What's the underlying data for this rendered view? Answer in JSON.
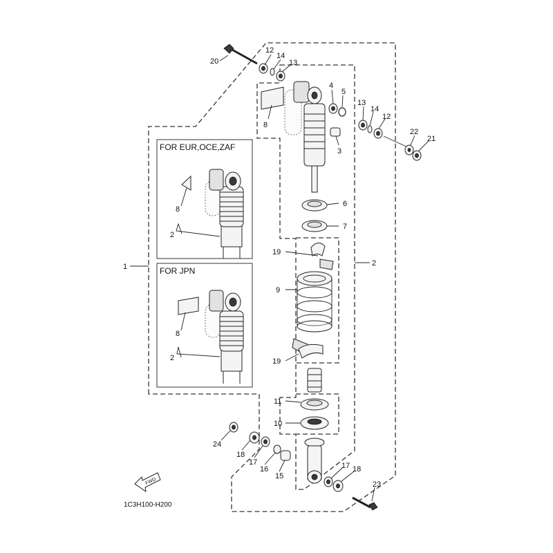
{
  "diagram": {
    "variant_boxes": [
      {
        "id": "eur",
        "title": "FOR EUR,OCE,ZAF"
      },
      {
        "id": "jpn",
        "title": "FOR JPN"
      }
    ],
    "callouts": {
      "c1": "1",
      "c2_main": "2",
      "c2_eur": "2",
      "c2_jpn": "2",
      "c3": "3",
      "c4": "4",
      "c5": "5",
      "c6": "6",
      "c7": "7",
      "c8_main": "8",
      "c8_eur": "8",
      "c8_jpn": "8",
      "c9": "9",
      "c10": "10",
      "c11": "11",
      "c12_top": "12",
      "c12_right": "12",
      "c13_top": "13",
      "c13_right": "13",
      "c14_top": "14",
      "c14_right": "14",
      "c15": "15",
      "c16": "16",
      "c17_left": "17",
      "c17_right": "17",
      "c18_left": "18",
      "c18_right": "18",
      "c19_top": "19",
      "c19_bottom": "19",
      "c20": "20",
      "c21": "21",
      "c22": "22",
      "c23": "23",
      "c24": "24"
    },
    "fwd_label": "FWD",
    "code": "1C3H100-H200"
  }
}
